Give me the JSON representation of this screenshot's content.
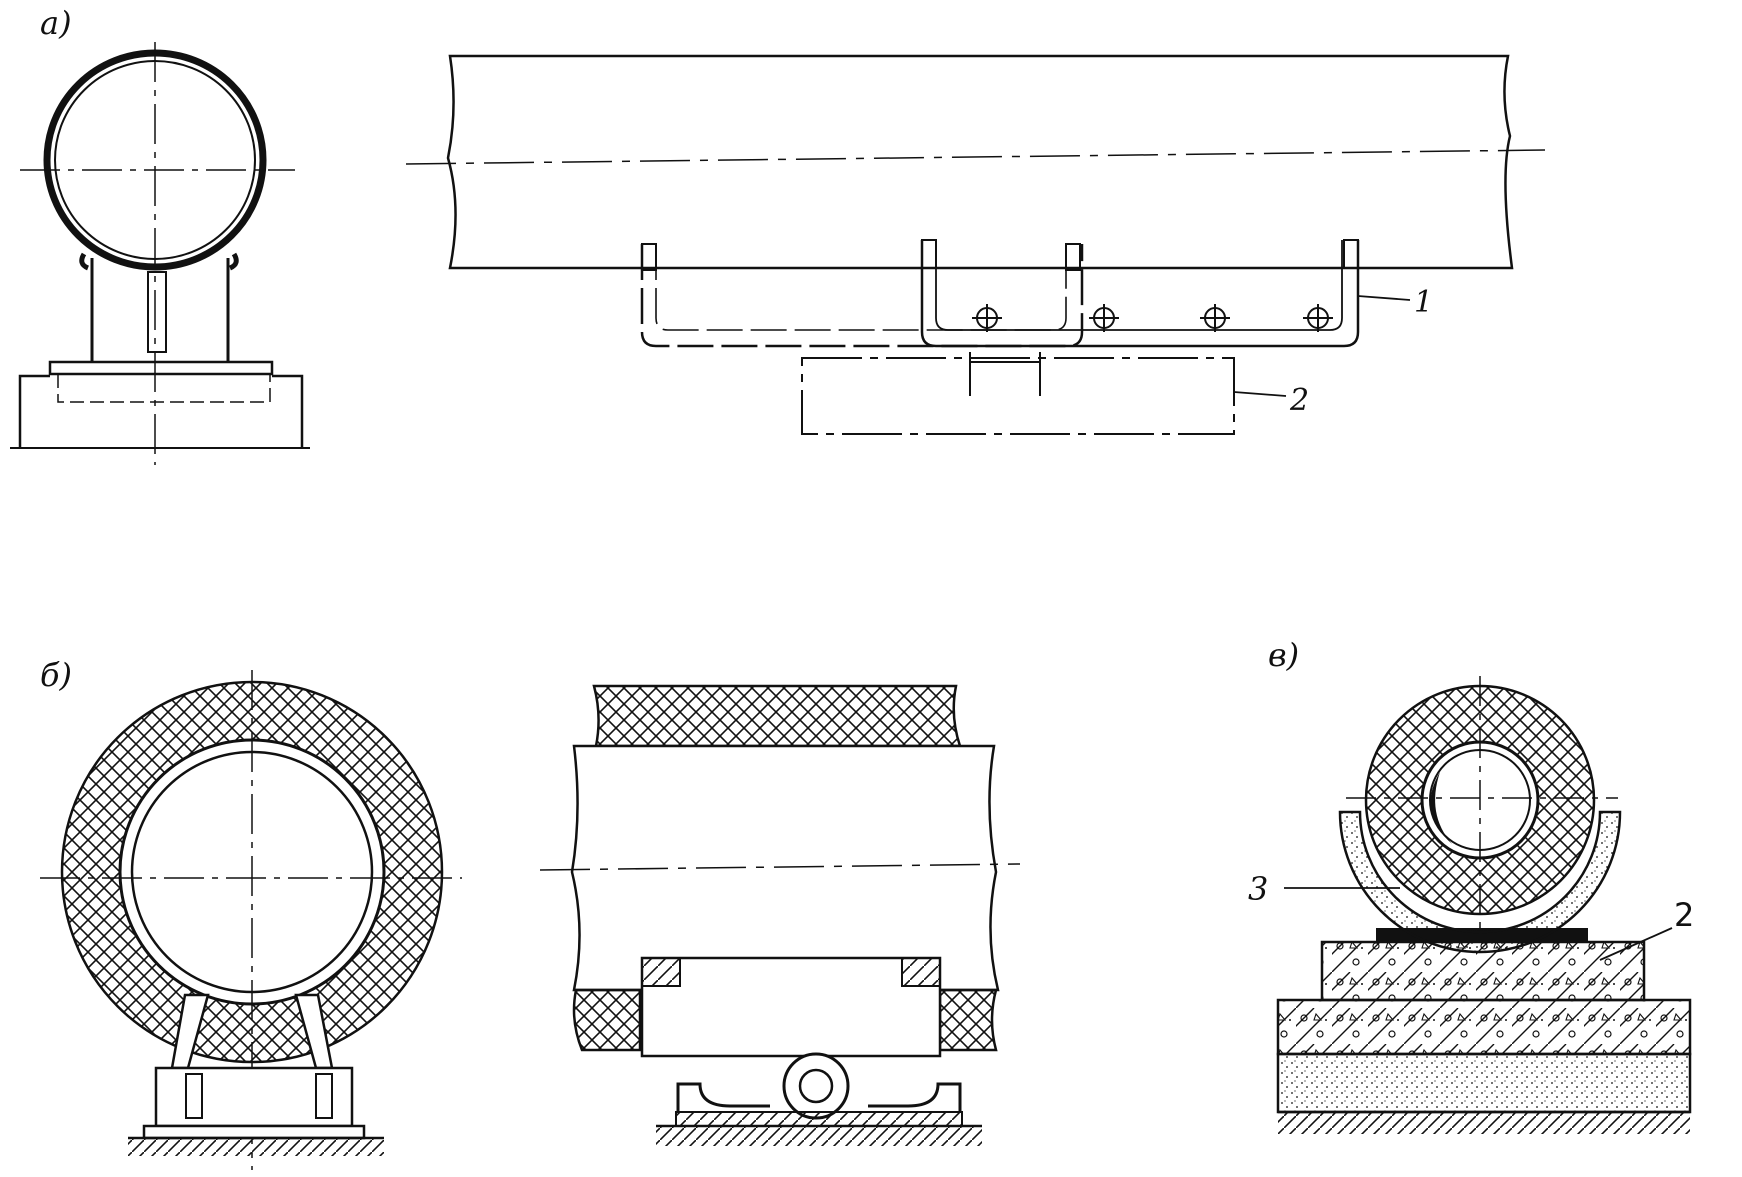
{
  "labels": {
    "a": "а)",
    "b": "б)",
    "v": "в)",
    "n1": "1",
    "n2": "2",
    "n3": "3",
    "n2b": "2"
  },
  "colors": {
    "ink": "#111111",
    "paper": "#ffffff"
  }
}
